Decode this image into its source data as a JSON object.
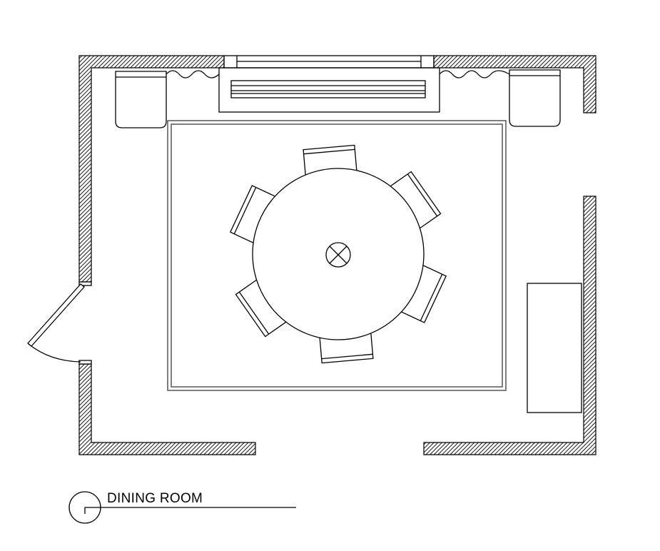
{
  "drawing": {
    "title": "DINING ROOM",
    "room_type": "floor-plan",
    "table_chairs": 6,
    "colors": {
      "line": "#000000",
      "rug": "#555555",
      "background": "#ffffff"
    }
  }
}
